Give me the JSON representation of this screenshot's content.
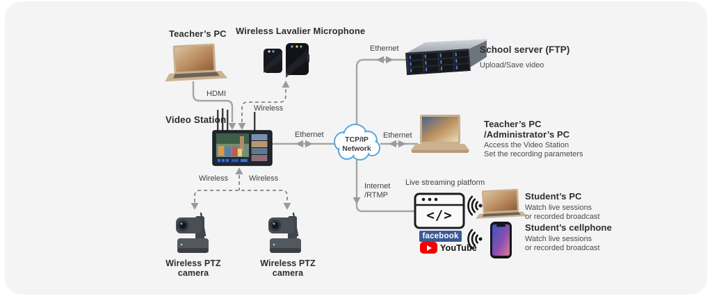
{
  "nodes": {
    "teachers_pc": {
      "title": "Teacher’s PC"
    },
    "microphone": {
      "title": "Wireless Lavalier Microphone"
    },
    "video_station": {
      "title": "Video Station"
    },
    "cloud": {
      "label": "TCP/IP\nNetwork"
    },
    "server": {
      "title": "School server (FTP)",
      "desc": "Upload/Save video"
    },
    "admin_pc": {
      "title": "Teacher’s PC\n/Administrator’s PC",
      "desc": "Access the Video Station\nSet the recording parameters"
    },
    "platform": {
      "title": "Live streaming platform",
      "code_glyph": "</>",
      "facebook": "facebook",
      "youtube": "YouTube"
    },
    "student_pc": {
      "title": "Student’s PC",
      "desc": "Watch live sessions\nor recorded broadcast"
    },
    "student_phone": {
      "title": "Student’s cellphone",
      "desc": "Watch live sessions\nor recorded broadcast"
    },
    "ptz_left": {
      "title": "Wireless PTZ camera"
    },
    "ptz_right": {
      "title": "Wireless PTZ camera"
    }
  },
  "edges": {
    "hdmi": "HDMI",
    "mic_wireless": "Wireless",
    "eth_station_cloud": "Ethernet",
    "eth_cloud_pc": "Ethernet",
    "eth_cloud_server": "Ethernet",
    "internet_rtmp": "Internet\n/RTMP",
    "cam_left": "Wireless",
    "cam_right": "Wireless"
  },
  "colors": {
    "card_bg": "#f4f4f5",
    "line": "#a5a5a5",
    "arrow": "#9a9a9a",
    "dashed": "#8f8f8f",
    "cloud_stroke": "#57a6de",
    "facebook_blue": "#3b5998",
    "youtube_red": "#f50000",
    "heading_text": "#2d2d2d",
    "body_text": "#4a4a4a"
  }
}
